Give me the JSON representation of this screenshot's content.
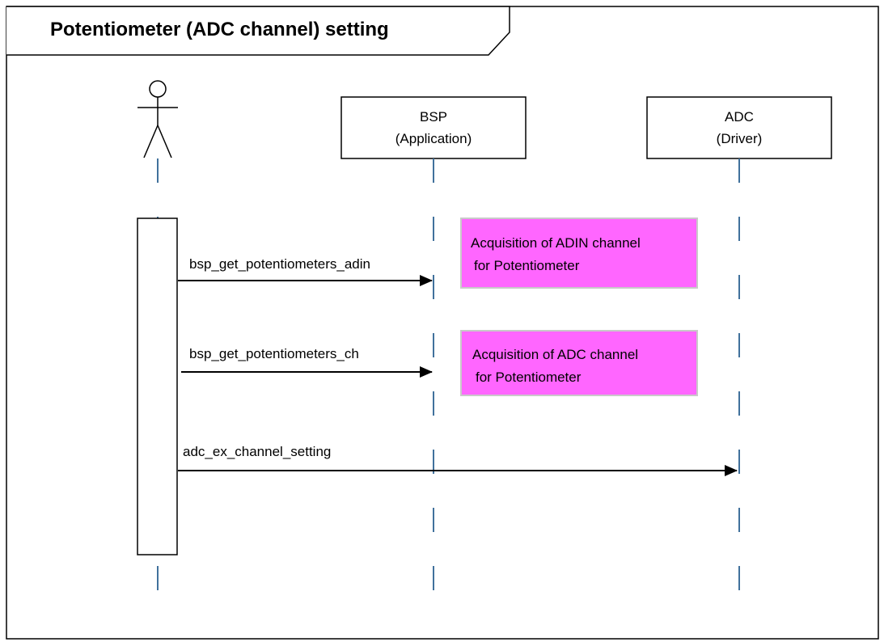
{
  "frame": {
    "title": "Potentiometer (ADC channel) setting"
  },
  "lifelines": {
    "bsp": {
      "line1": "BSP",
      "line2": "(Application)"
    },
    "adc": {
      "line1": "ADC",
      "line2": "(Driver)"
    }
  },
  "messages": [
    {
      "label": "bsp_get_potentiometers_adin"
    },
    {
      "label": "bsp_get_potentiometers_ch"
    },
    {
      "label": "adc_ex_channel_setting"
    }
  ],
  "notes": [
    {
      "line1": "Acquisition of ADIN channel",
      "line2": "for Potentiometer"
    },
    {
      "line1": "Acquisition of ADC channel",
      "line2": "for Potentiometer"
    }
  ],
  "colors": {
    "note_fill": "#ff66ff",
    "lifeline": "#41719c"
  }
}
